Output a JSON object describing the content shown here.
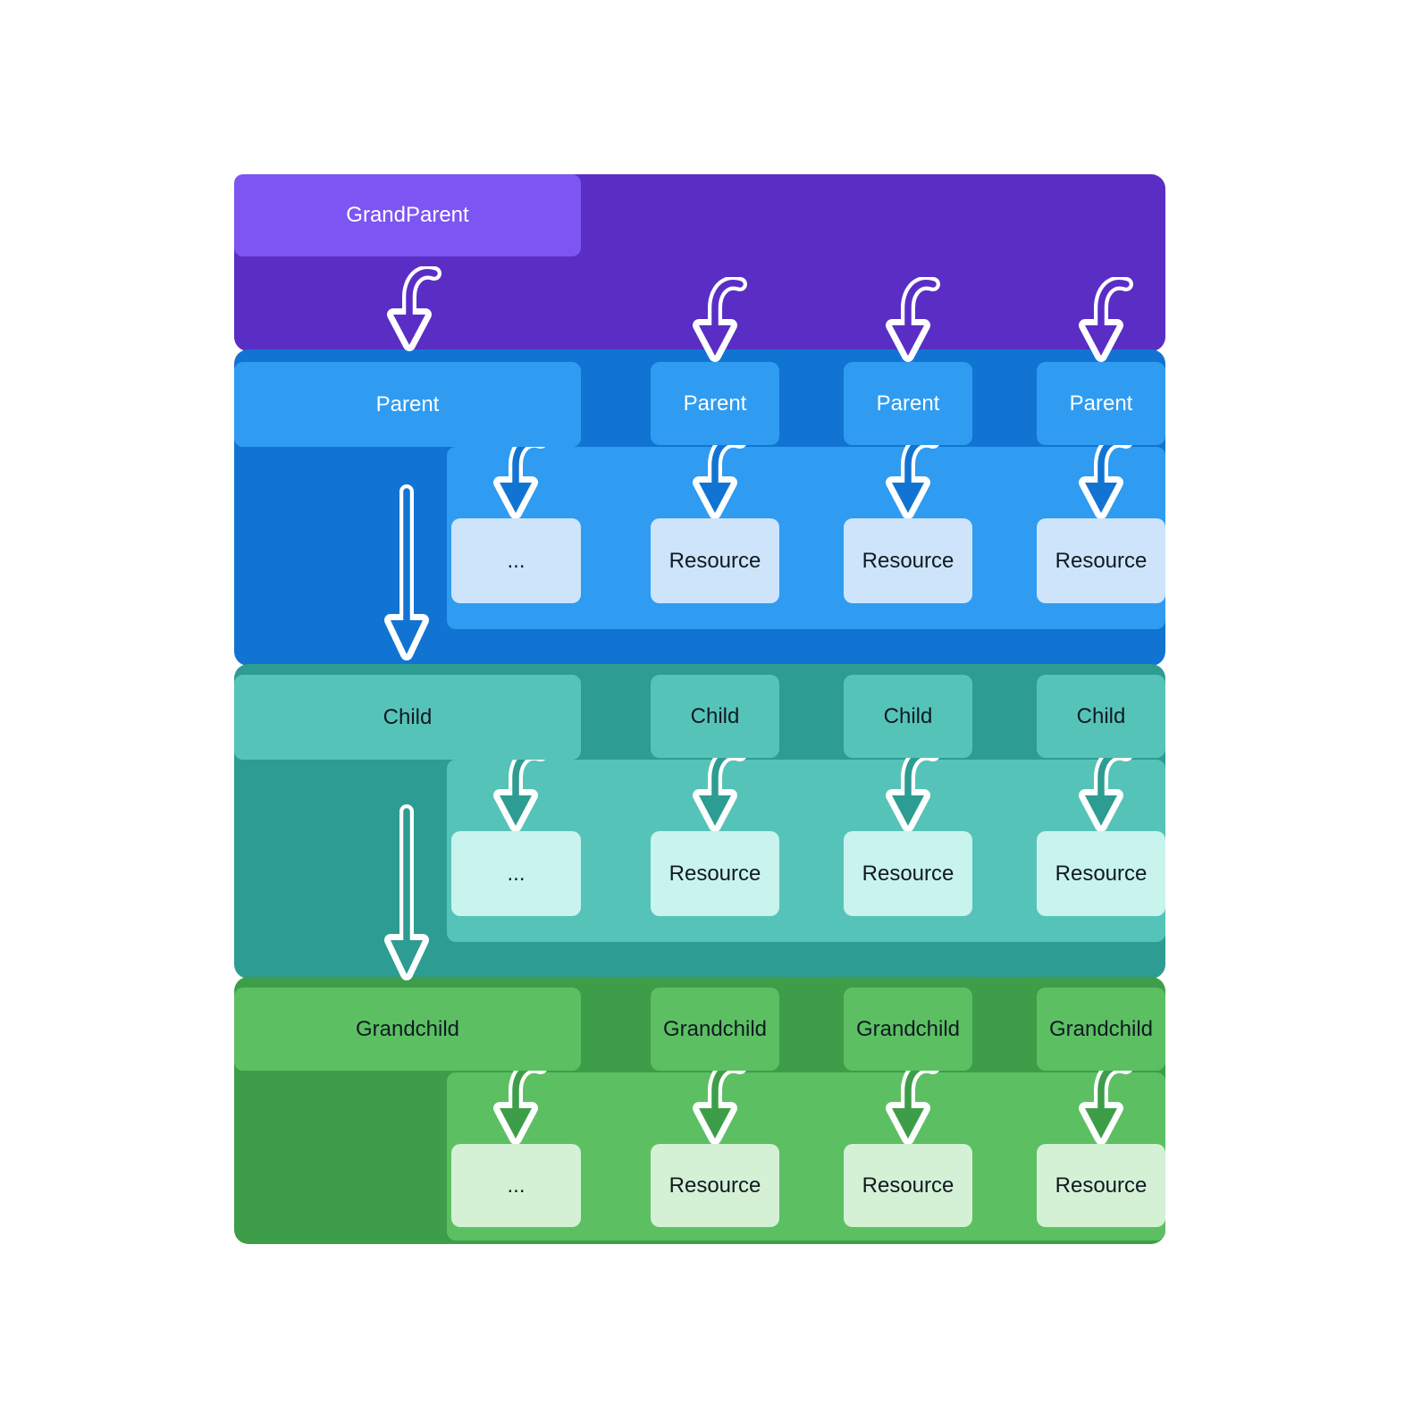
{
  "nodes": {
    "grandparent": {
      "label": "GrandParent"
    },
    "parents": {
      "main": "Parent",
      "items": [
        "Parent",
        "Parent",
        "Parent"
      ],
      "resources": {
        "ellipsis": "...",
        "items": [
          "Resource",
          "Resource",
          "Resource"
        ]
      }
    },
    "children": {
      "main": "Child",
      "items": [
        "Child",
        "Child",
        "Child"
      ],
      "resources": {
        "ellipsis": "...",
        "items": [
          "Resource",
          "Resource",
          "Resource"
        ]
      }
    },
    "grandchildren": {
      "main": "Grandchild",
      "items": [
        "Grandchild",
        "Grandchild",
        "Grandchild"
      ],
      "resources": {
        "ellipsis": "...",
        "items": [
          "Resource",
          "Resource",
          "Resource"
        ]
      }
    }
  },
  "icons": {
    "down_arrow": "curved-down-arrow"
  },
  "colors": {
    "grandparent_node": "#7d55f2",
    "grandparent_band": "#5a2ec5",
    "parent_node": "#2f9cf1",
    "parent_band": "#1274d2",
    "parent_resource": "#cde4fb",
    "child_node": "#56c3b9",
    "child_band": "#2d9c92",
    "child_resource": "#c9f3ed",
    "grandchild_node": "#5cc063",
    "grandchild_band": "#3e9d49",
    "grandchild_resource": "#d4f1d5",
    "label_light": "#ffffff",
    "label_dark": "#101a22"
  }
}
